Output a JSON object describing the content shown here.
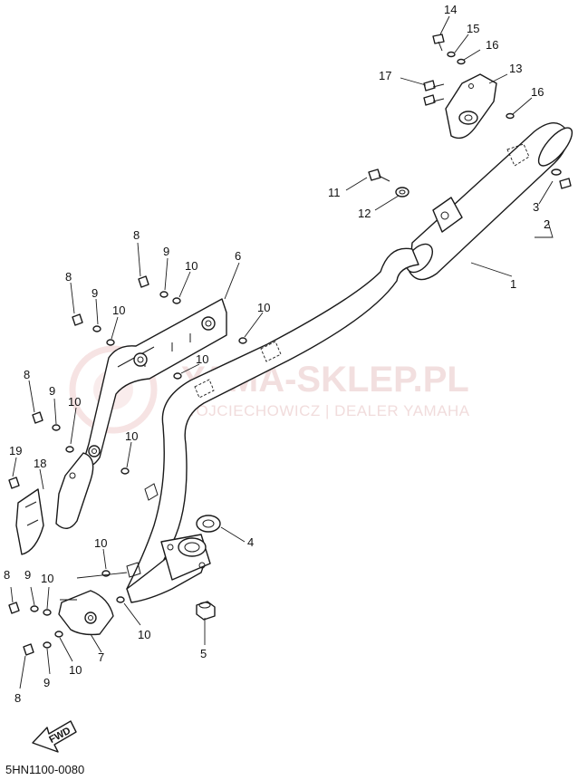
{
  "watermark": {
    "brand": "YAMA-SKLEP.PL",
    "subtitle": "WOJCIECHOWICZ | DEALER YAMAHA"
  },
  "diagram_code": "5HN1100-0080",
  "fwd_label": "FWD",
  "callouts": [
    "14",
    "15",
    "16",
    "17",
    "13",
    "16",
    "11",
    "12",
    "3",
    "2",
    "1",
    "6",
    "8",
    "9",
    "10",
    "8",
    "9",
    "10",
    "10",
    "10",
    "8",
    "9",
    "10",
    "19",
    "18",
    "10",
    "4",
    "8",
    "9",
    "10",
    "10",
    "10",
    "7",
    "5",
    "8",
    "9",
    "10"
  ],
  "colors": {
    "line": "#1a1a1a",
    "watermark": "#e8c6c6"
  }
}
